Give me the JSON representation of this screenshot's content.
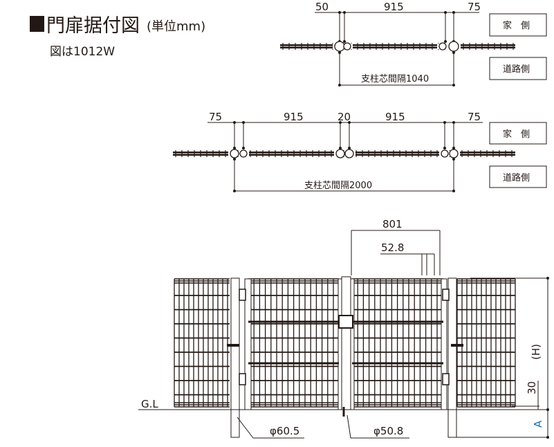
{
  "header": {
    "title": "門扉据付図",
    "unit": "(単位mm)",
    "subtitle": "図は1012W"
  },
  "plan_single": {
    "dims_top": [
      "50",
      "915",
      "75"
    ],
    "post_spacing": "支柱芯間隔1040",
    "house_side": "家　側",
    "road_side": "道路側"
  },
  "plan_double": {
    "dims_top": [
      "75",
      "915",
      "20",
      "915",
      "75"
    ],
    "post_spacing": "支柱芯間隔2000",
    "house_side": "家　側",
    "road_side": "道路側"
  },
  "elevation": {
    "width_dim": "801",
    "offset_dim": "52.8",
    "ground_label": "G.L",
    "post_dia_main": "φ60.5",
    "post_dia_center": "φ50.8",
    "height_label": "(H)",
    "clearance_label": "30",
    "embed_label": "A",
    "embed_color": "#1a6fb5"
  }
}
